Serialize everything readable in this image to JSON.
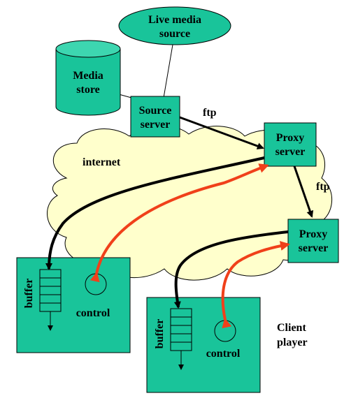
{
  "nodes": {
    "live_source": [
      "Live media",
      "source"
    ],
    "media_store": [
      "Media",
      "store"
    ],
    "source_server": [
      "Source",
      "server"
    ],
    "proxy_server_1": [
      "Proxy",
      "server"
    ],
    "proxy_server_2": [
      "Proxy",
      "server"
    ],
    "network_label": "internet",
    "client_1": {
      "buffer": "buffer",
      "control": "control"
    },
    "client_2": {
      "buffer": "buffer",
      "control": "control"
    },
    "client_caption": [
      "Client",
      "player"
    ]
  },
  "edges": {
    "ftp_1": "ftp",
    "ftp_2": "ftp"
  },
  "colors": {
    "box_fill": "#19c49a",
    "cloud_fill": "#ffffcc",
    "control_arrow": "#f0401a",
    "data_arrow": "#000000"
  }
}
